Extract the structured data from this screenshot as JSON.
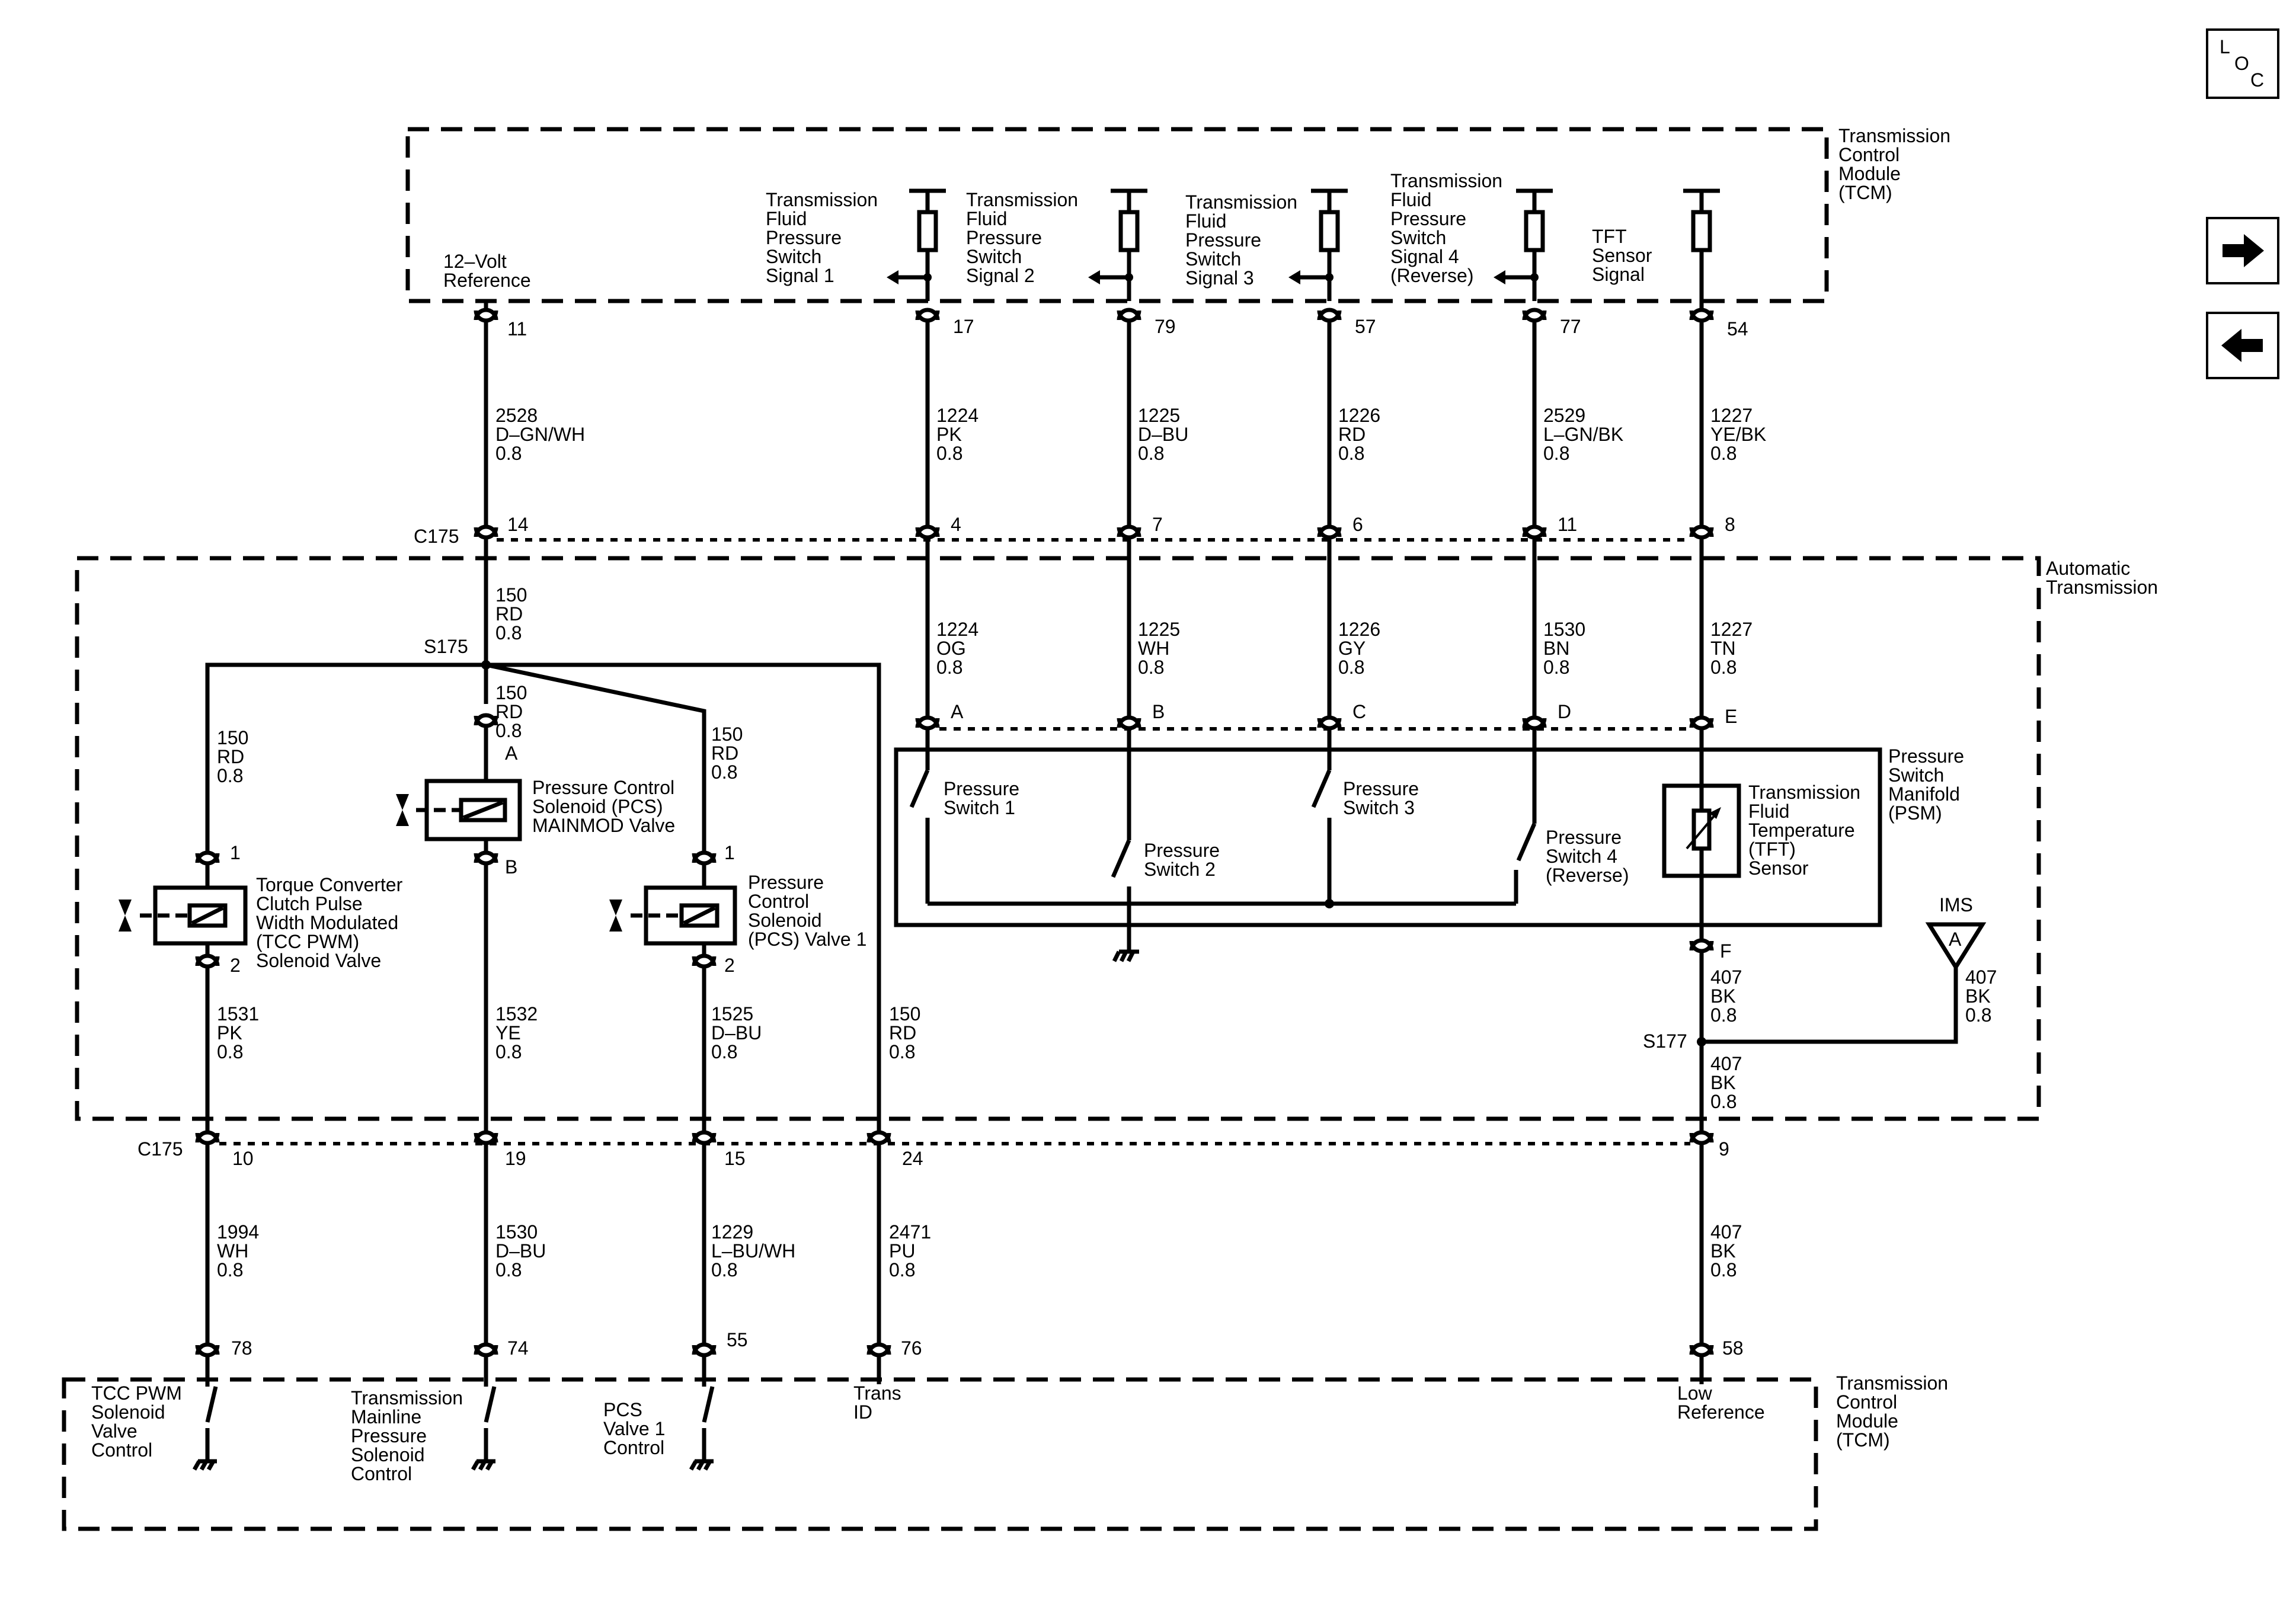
{
  "nav": {
    "loc": [
      "L",
      "O",
      "C"
    ],
    "next_icon": "arrow-right-icon",
    "prev_icon": "arrow-left-icon"
  },
  "modules": {
    "tcm_top": [
      "Transmission",
      "Control",
      "Module",
      "(TCM)"
    ],
    "auto_trans": [
      "Automatic",
      "Transmission"
    ],
    "psm": [
      "Pressure",
      "Switch",
      "Manifold",
      "(PSM)"
    ],
    "tcm_bottom": [
      "Transmission",
      "Control",
      "Module",
      "(TCM)"
    ]
  },
  "tcm_top_signals": {
    "ref12v": [
      "12–Volt",
      "Reference"
    ],
    "tfps1": [
      "Transmission",
      "Fluid",
      "Pressure",
      "Switch",
      "Signal 1"
    ],
    "tfps2": [
      "Transmission",
      "Fluid",
      "Pressure",
      "Switch",
      "Signal 2"
    ],
    "tfps3": [
      "Transmission",
      "Fluid",
      "Pressure",
      "Switch",
      "Signal 3"
    ],
    "tfps4": [
      "Transmission",
      "Fluid",
      "Pressure",
      "Switch",
      "Signal 4",
      "(Reverse)"
    ],
    "tft": [
      "TFT",
      "Sensor",
      "Signal"
    ]
  },
  "tcm_top_pins": [
    "11",
    "17",
    "79",
    "57",
    "77",
    "54"
  ],
  "upper_wires": [
    [
      "2528",
      "D–GN/WH",
      "0.8"
    ],
    [
      "1224",
      "PK",
      "0.8"
    ],
    [
      "1225",
      "D–BU",
      "0.8"
    ],
    [
      "1226",
      "RD",
      "0.8"
    ],
    [
      "2529",
      "L–GN/BK",
      "0.8"
    ],
    [
      "1227",
      "YE/BK",
      "0.8"
    ]
  ],
  "c175_top": {
    "label": "C175",
    "pins": [
      "14",
      "4",
      "7",
      "6",
      "11",
      "8"
    ]
  },
  "inner_upper_wires": {
    "w150": [
      "150",
      "RD",
      "0.8"
    ],
    "psm": [
      [
        "1224",
        "OG",
        "0.8"
      ],
      [
        "1225",
        "WH",
        "0.8"
      ],
      [
        "1226",
        "GY",
        "0.8"
      ],
      [
        "1530",
        "BN",
        "0.8"
      ],
      [
        "1227",
        "TN",
        "0.8"
      ]
    ]
  },
  "splice_s175": "S175",
  "psm_pins": [
    "A",
    "B",
    "C",
    "D",
    "E"
  ],
  "branch_wires": [
    [
      "150",
      "RD",
      "0.8"
    ],
    [
      "150",
      "RD",
      "0.8"
    ],
    [
      "150",
      "RD",
      "0.8"
    ]
  ],
  "solenoids": {
    "tcc": {
      "label": [
        "Torque Converter",
        "Clutch Pulse",
        "Width Modulated",
        "(TCC PWM)",
        "Solenoid Valve"
      ],
      "pin_top": "1",
      "pin_bottom": "2"
    },
    "mainmod": {
      "label": [
        "Pressure Control",
        "Solenoid (PCS)",
        "MAINMOD Valve"
      ],
      "pin_top": "A",
      "pin_bottom": "B"
    },
    "pcs1": {
      "label": [
        "Pressure",
        "Control",
        "Solenoid",
        "(PCS) Valve 1"
      ],
      "pin_top": "1",
      "pin_bottom": "2"
    }
  },
  "psm_switches": {
    "ps1": [
      "Pressure",
      "Switch 1"
    ],
    "ps2": [
      "Pressure",
      "Switch 2"
    ],
    "ps3": [
      "Pressure",
      "Switch 3"
    ],
    "ps4": [
      "Pressure",
      "Switch 4",
      "(Reverse)"
    ],
    "tft_sensor": [
      "Transmission",
      "Fluid",
      "Temperature",
      "(TFT)",
      "Sensor"
    ]
  },
  "psm_pin_f": "F",
  "ims": {
    "label": "IMS",
    "pin": "A",
    "wire": [
      "407",
      "BK",
      "0.8"
    ]
  },
  "splice_s177": "S177",
  "s177_wires": [
    [
      "407",
      "BK",
      "0.8"
    ],
    [
      "407",
      "BK",
      "0.8"
    ]
  ],
  "lower_inner_wires": [
    [
      "1531",
      "PK",
      "0.8"
    ],
    [
      "1532",
      "YE",
      "0.8"
    ],
    [
      "1525",
      "D–BU",
      "0.8"
    ],
    [
      "150",
      "RD",
      "0.8"
    ]
  ],
  "c175_bottom": {
    "label": "C175",
    "pins": [
      "10",
      "19",
      "15",
      "24",
      "9"
    ]
  },
  "lower_wires": [
    [
      "1994",
      "WH",
      "0.8"
    ],
    [
      "1530",
      "D–BU",
      "0.8"
    ],
    [
      "1229",
      "L–BU/WH",
      "0.8"
    ],
    [
      "2471",
      "PU",
      "0.8"
    ],
    [
      "407",
      "BK",
      "0.8"
    ]
  ],
  "tcm_bottom_pins": [
    "78",
    "74",
    "55",
    "76",
    "58"
  ],
  "tcm_bottom_signals": {
    "tcc": [
      "TCC PWM",
      "Solenoid",
      "Valve",
      "Control"
    ],
    "mainline": [
      "Transmission",
      "Mainline",
      "Pressure",
      "Solenoid",
      "Control"
    ],
    "pcs1": [
      "PCS",
      "Valve 1",
      "Control"
    ],
    "trans_id": [
      "Trans",
      "ID"
    ],
    "low_ref": [
      "Low",
      "Reference"
    ]
  }
}
